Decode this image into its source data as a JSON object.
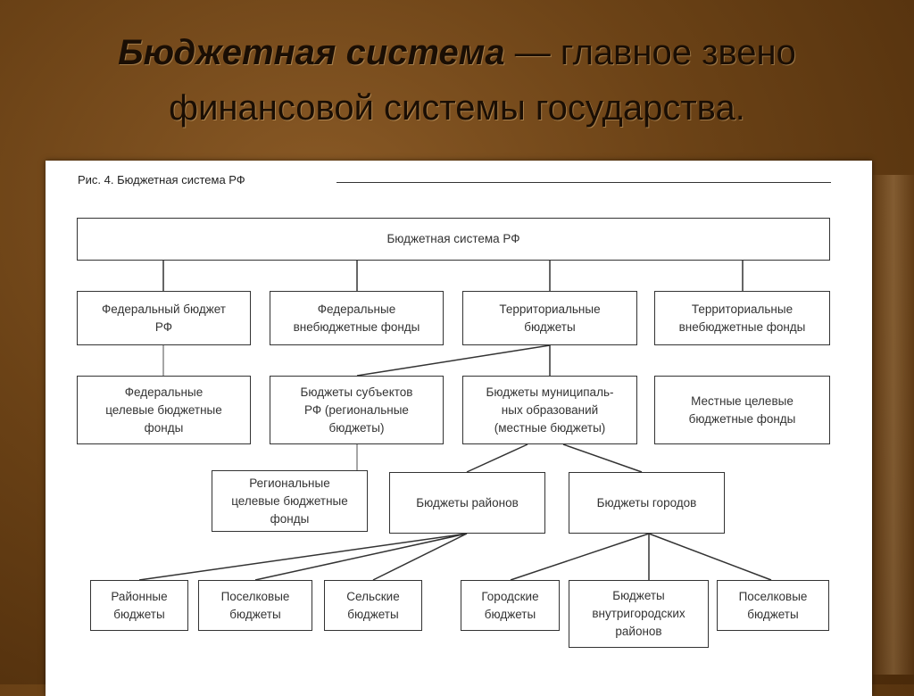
{
  "title": {
    "emphasis": "Бюджетная система",
    "rest_line1": " — главное звено",
    "line2": "финансовой системы государства."
  },
  "figure": {
    "caption": "Рис. 4. Бюджетная система РФ"
  },
  "nodes": {
    "root": "Бюджетная система РФ",
    "federal_budget": "Федеральный бюджет\nРФ",
    "federal_offbudget_funds": "Федеральные\nвнебюджетные фонды",
    "territorial_budgets": "Территориальные\nбюджеты",
    "territorial_offbudget_funds": "Территориальные\nвнебюджетные фонды",
    "federal_target_funds": "Федеральные\nцелевые бюджетные\nфонды",
    "regional_budgets": "Бюджеты субъектов\nРФ (региональные\nбюджеты)",
    "municipal_budgets": "Бюджеты муниципаль-\nных образований\n(местные бюджеты)",
    "local_target_funds": "Местные целевые\nбюджетные фонды",
    "regional_target_funds": "Региональные\nцелевые бюджетные\nфонды",
    "district_budgets": "Бюджеты районов",
    "city_budgets": "Бюджеты городов",
    "raion_budgets": "Районные\nбюджеты",
    "settlement_budgets_a": "Поселковые\nбюджеты",
    "rural_budgets": "Сельские\nбюджеты",
    "urban_budgets": "Городские\nбюджеты",
    "intracity_budgets": "Бюджеты\nвнутригородских\nрайонов",
    "settlement_budgets_b": "Поселковые\nбюджеты"
  }
}
